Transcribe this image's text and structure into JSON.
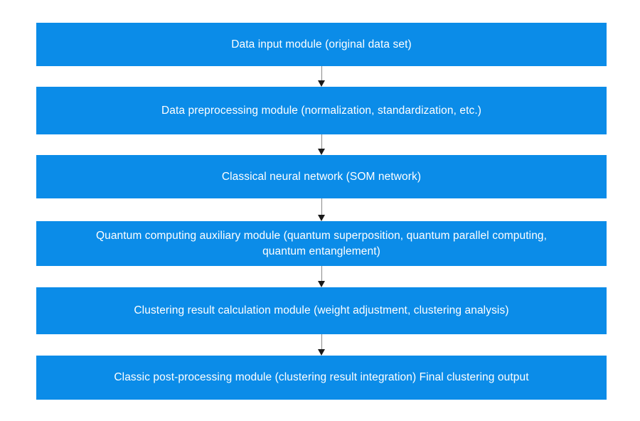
{
  "diagram": {
    "title": "Quantum-assisted SOM clustering pipeline flowchart",
    "colors": {
      "node_fill": "#0b8ce8",
      "node_text": "#ffffff",
      "background": "#ffffff",
      "connector_line": "#8a8a8a",
      "arrow_head": "#1a1a1a"
    },
    "nodes": [
      {
        "id": "data-input-module",
        "label": "Data input module (original data set)"
      },
      {
        "id": "data-preprocessing-module",
        "label": "Data preprocessing module (normalization, standardization, etc.)"
      },
      {
        "id": "classical-neural-network",
        "label": "Classical neural network (SOM network)"
      },
      {
        "id": "quantum-computing-auxiliary-module",
        "label": "Quantum computing auxiliary module (quantum superposition, quantum parallel computing,\nquantum entanglement)"
      },
      {
        "id": "clustering-result-calculation-module",
        "label": "Clustering result calculation module (weight adjustment, clustering analysis)"
      },
      {
        "id": "classic-post-processing-module",
        "label": "Classic post-processing module (clustering result integration) Final clustering output"
      }
    ],
    "connectors": [
      {
        "id": "arrow-1",
        "from": "data-input-module",
        "to": "data-preprocessing-module",
        "icon": "down-arrow-icon"
      },
      {
        "id": "arrow-2",
        "from": "data-preprocessing-module",
        "to": "classical-neural-network",
        "icon": "down-arrow-icon"
      },
      {
        "id": "arrow-3",
        "from": "classical-neural-network",
        "to": "quantum-computing-auxiliary-module",
        "icon": "down-arrow-icon"
      },
      {
        "id": "arrow-4",
        "from": "quantum-computing-auxiliary-module",
        "to": "clustering-result-calculation-module",
        "icon": "down-arrow-icon"
      },
      {
        "id": "arrow-5",
        "from": "clustering-result-calculation-module",
        "to": "classic-post-processing-module",
        "icon": "down-arrow-icon"
      }
    ]
  }
}
